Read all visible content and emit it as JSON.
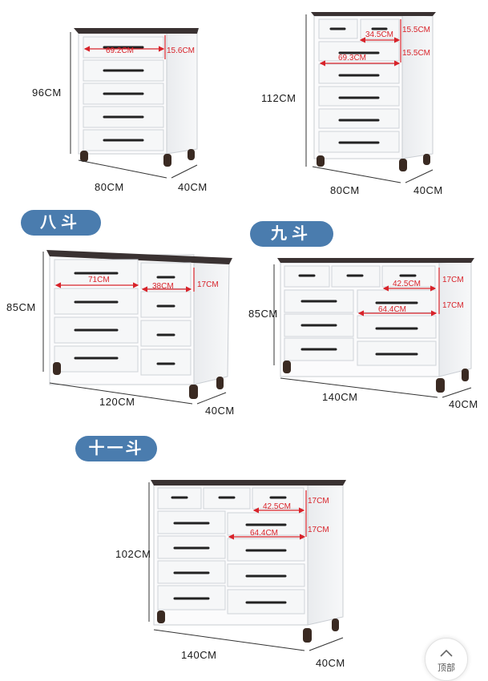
{
  "dresser_5": {
    "height": "96CM",
    "width": "80CM",
    "depth": "40CM",
    "drawer_w": "69.2CM",
    "drawer_h": "15.6CM"
  },
  "dresser_7": {
    "height": "112CM",
    "width": "80CM",
    "depth": "40CM",
    "small_w": "34.5CM",
    "small_h": "15.5CM",
    "drawer_w": "69.3CM",
    "drawer_h": "15.5CM"
  },
  "dresser_8": {
    "title": "八斗",
    "height": "85CM",
    "width": "120CM",
    "depth": "40CM",
    "left_w": "71CM",
    "right_w": "38CM",
    "drawer_h": "17CM"
  },
  "dresser_9": {
    "title": "九斗",
    "height": "85CM",
    "width": "140CM",
    "depth": "40CM",
    "small_w": "42.5CM",
    "small_h": "17CM",
    "drawer_w": "64.4CM",
    "drawer_h": "17CM"
  },
  "dresser_11": {
    "title": "十一斗",
    "height": "102CM",
    "width": "140CM",
    "depth": "40CM",
    "small_w": "42.5CM",
    "small_h": "17CM",
    "drawer_w": "64.4CM",
    "drawer_h": "17CM"
  },
  "back_to_top": {
    "label": "顶部",
    "icon": "chevron-up-icon"
  }
}
